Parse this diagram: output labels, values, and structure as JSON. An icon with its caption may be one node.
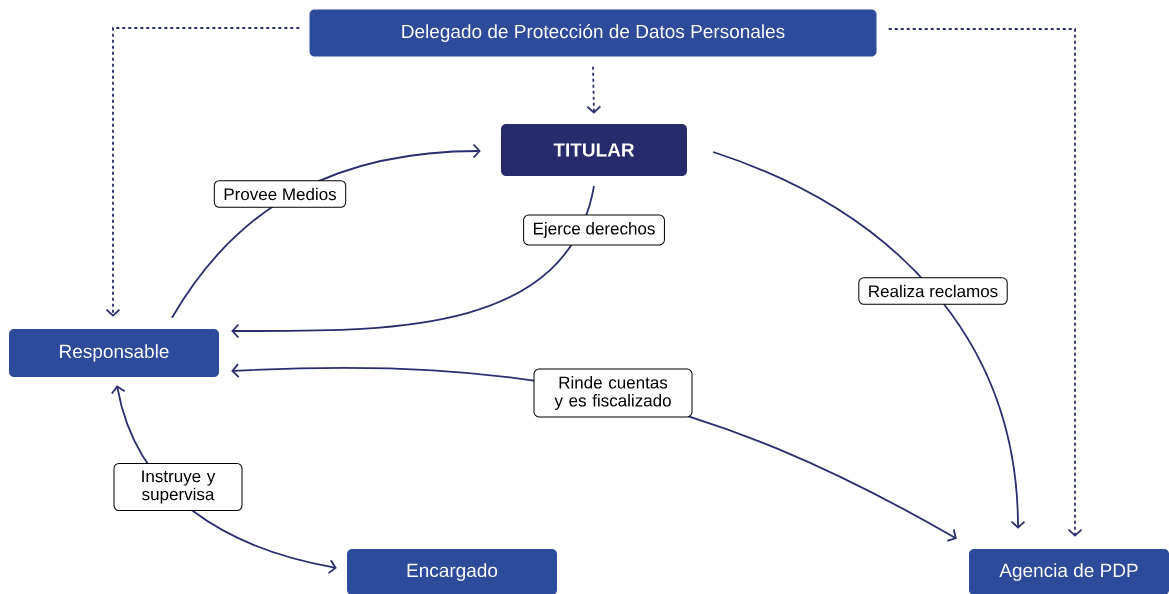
{
  "diagram": {
    "nodes": [
      {
        "text": [
          "Delegado de Protección de Datos Personales"
        ]
      },
      {
        "text": [
          "TITULAR"
        ]
      },
      {
        "text": [
          "Responsable"
        ]
      },
      {
        "text": [
          "Encargado"
        ]
      },
      {
        "text": [
          "Agencia de PDP"
        ]
      }
    ],
    "edges": [
      {
        "from": 0,
        "to": 2,
        "arrow": "to",
        "style": "dashed"
      },
      {
        "from": 0,
        "to": 1,
        "arrow": "to",
        "style": "dashed"
      },
      {
        "from": 0,
        "to": 4,
        "arrow": "to",
        "style": "dashed"
      },
      {
        "from": 2,
        "to": 1,
        "arrow": "to",
        "label": "Provee Medios"
      },
      {
        "from": 1,
        "to": 2,
        "arrow": "to",
        "label": "Ejerce derechos"
      },
      {
        "from": 1,
        "to": 4,
        "arrow": "to",
        "label": "Realiza reclamos"
      },
      {
        "from": 4,
        "to": 2,
        "arrow": "both",
        "label": "Rinde cuentas y es fiscalizado"
      },
      {
        "from": 3,
        "to": 2,
        "arrow": "both",
        "label": "Instruye y supervisa"
      }
    ]
  }
}
